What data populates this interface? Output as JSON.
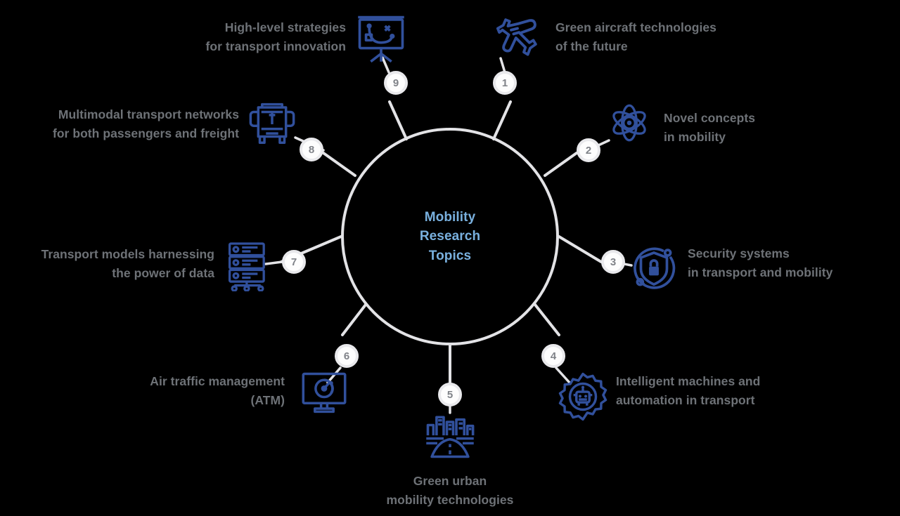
{
  "diagram": {
    "type": "hub-and-spoke",
    "hub": {
      "title": "Mobility\nResearch\nTopics",
      "text_color": "#79b0de",
      "ring_color": "#e3e3e6"
    },
    "palette": {
      "background": "#000000",
      "icon_blue": "#31509c",
      "label_gray": "#6e7277",
      "badge_ring": "#e9e9ec",
      "badge_number": "#7f8288",
      "spoke": "#e3e3e6"
    },
    "nodes": [
      {
        "number": "1",
        "label": "Green aircraft technologies\nof the future",
        "icon": "airplane-icon",
        "align": "left"
      },
      {
        "number": "2",
        "label": "Novel concepts\nin mobility",
        "icon": "atom-icon",
        "align": "left"
      },
      {
        "number": "3",
        "label": "Security systems\nin transport and mobility",
        "icon": "shield-lock-icon",
        "align": "left"
      },
      {
        "number": "4",
        "label": "Intelligent machines and\nautomation in transport",
        "icon": "robot-gear-icon",
        "align": "left"
      },
      {
        "number": "5",
        "label": "Green urban\nmobility technologies",
        "icon": "city-road-icon",
        "align": "center"
      },
      {
        "number": "6",
        "label": "Air traffic management\n(ATM)",
        "icon": "radar-screen-icon",
        "align": "right"
      },
      {
        "number": "7",
        "label": "Transport models harnessing\nthe power of data",
        "icon": "server-rack-icon",
        "align": "right"
      },
      {
        "number": "8",
        "label": "Multimodal transport networks\nfor both passengers and freight",
        "icon": "bus-icon",
        "align": "right"
      },
      {
        "number": "9",
        "label": "High-level strategies\nfor transport innovation",
        "icon": "presentation-board-icon",
        "align": "right"
      }
    ]
  }
}
